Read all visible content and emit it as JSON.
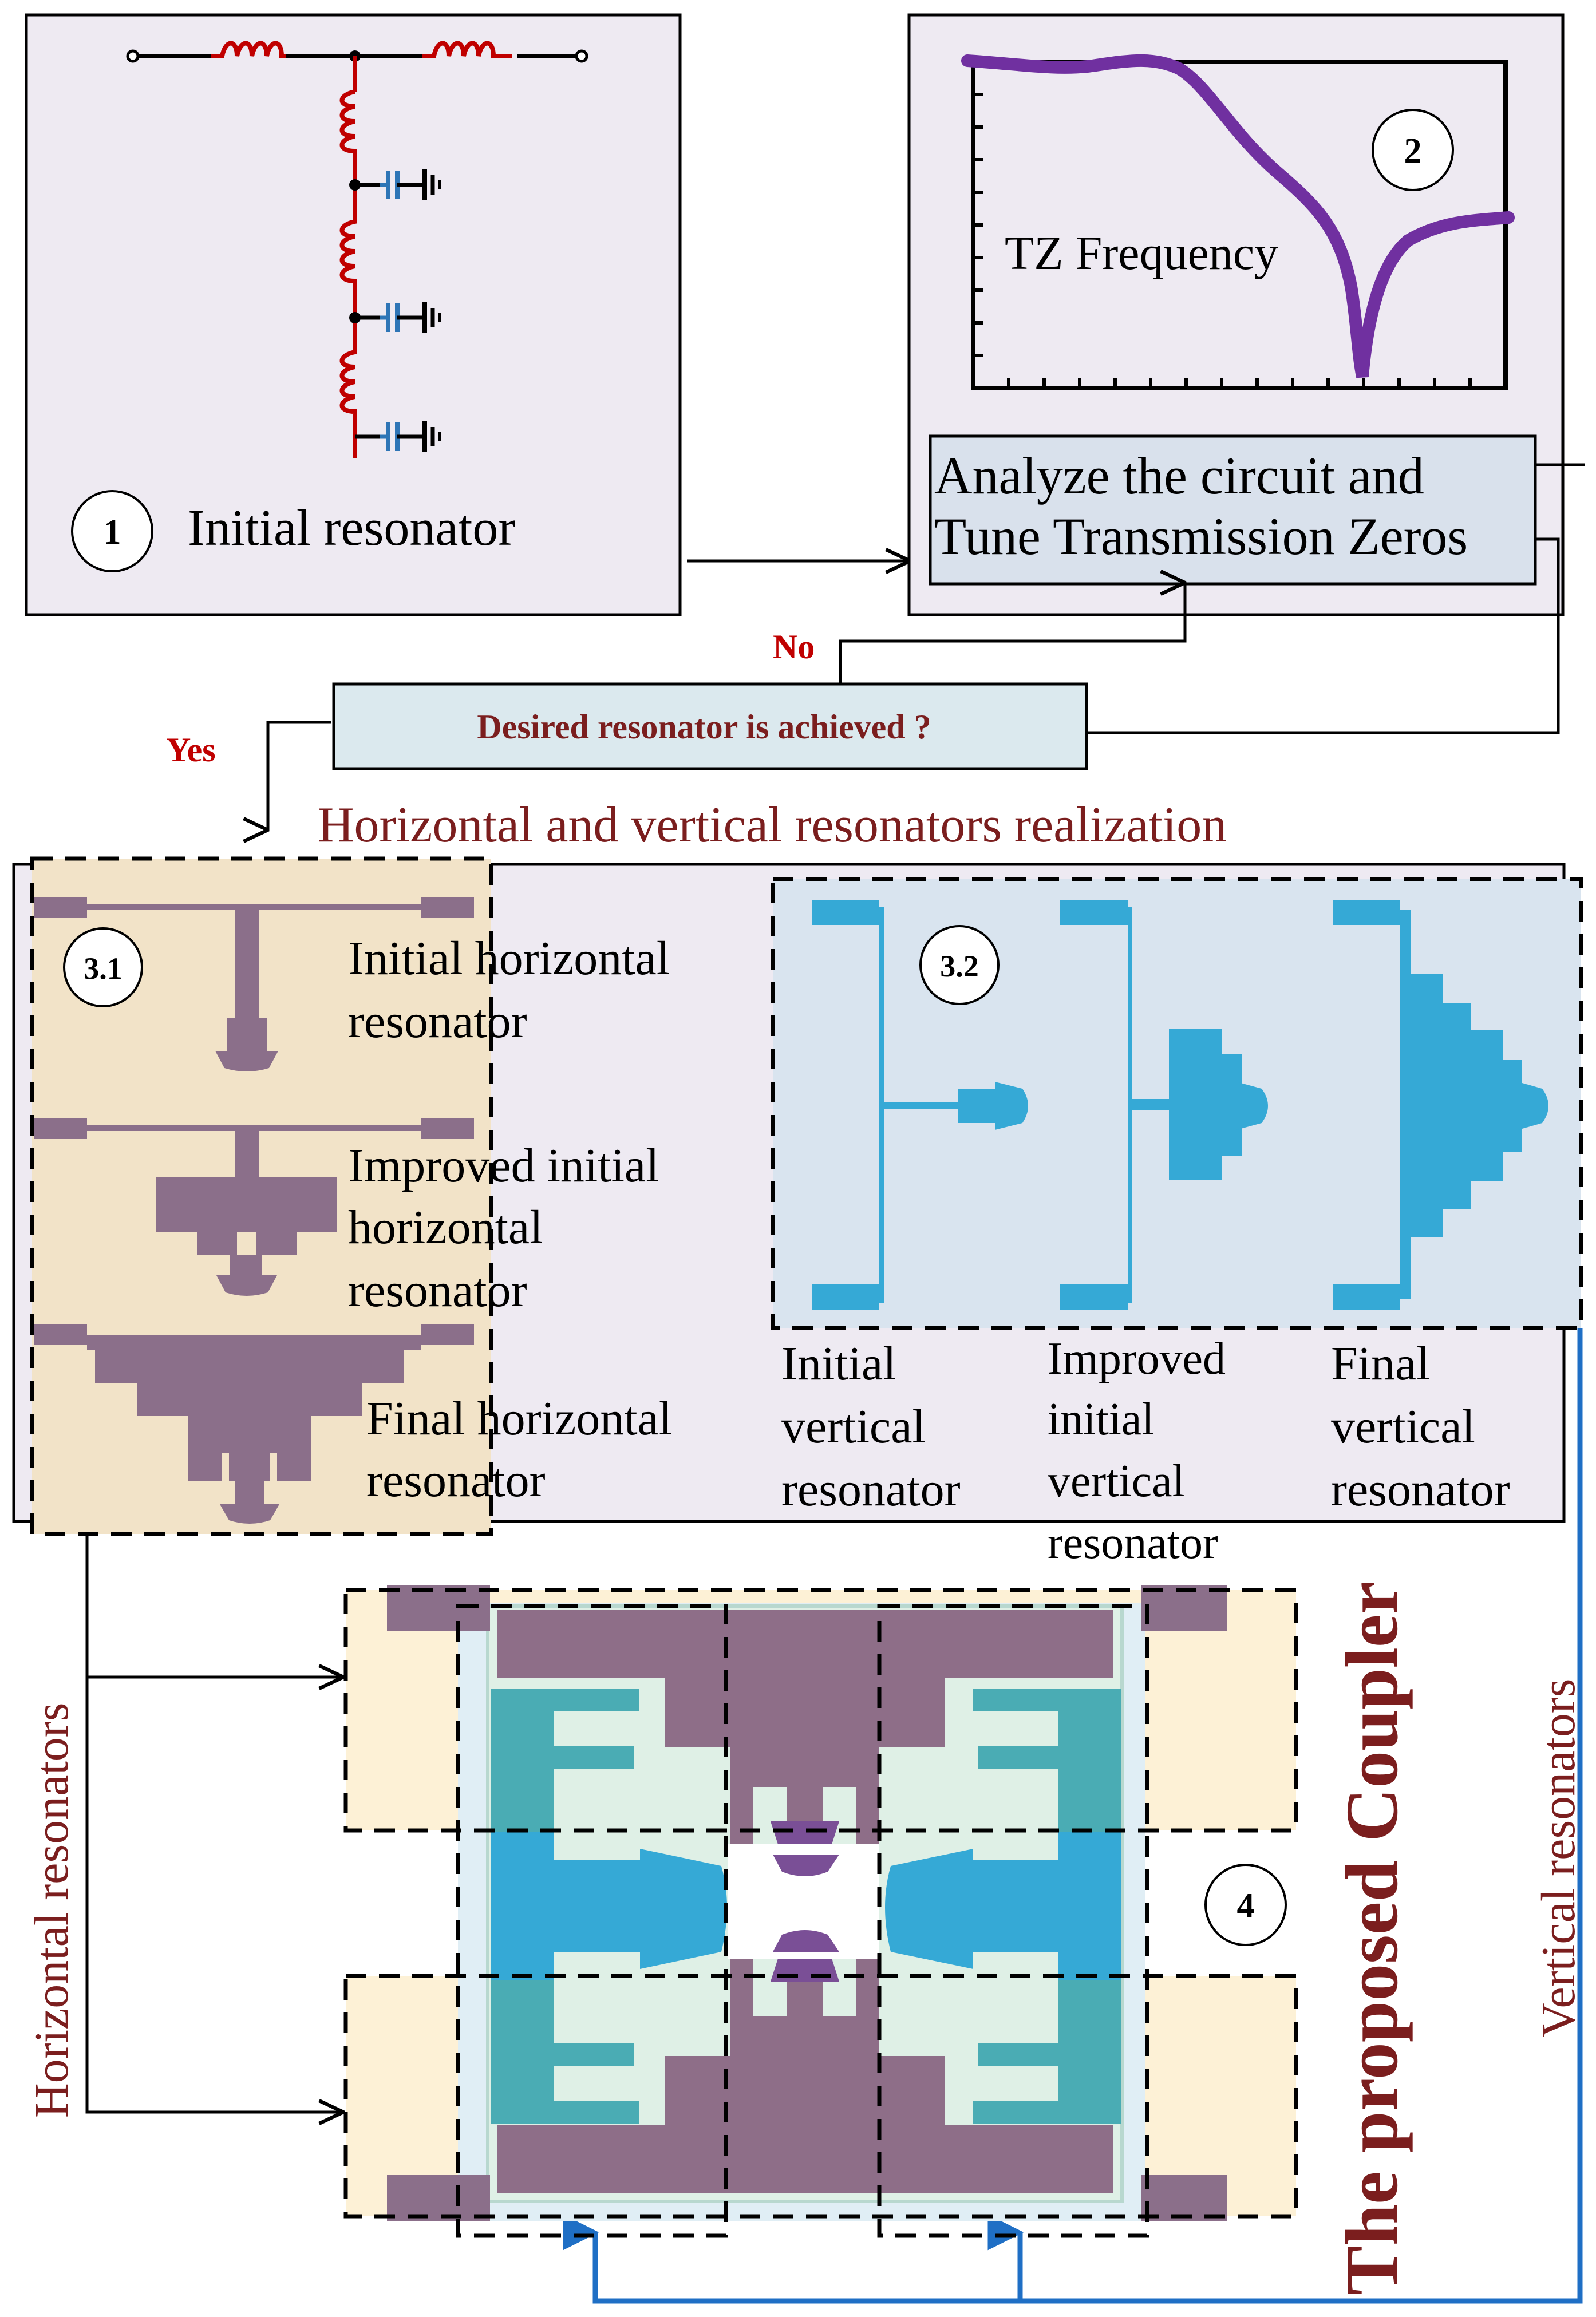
{
  "step1": {
    "number": "1",
    "label": "Initial resonator"
  },
  "step2": {
    "number": "2",
    "plot_label": "TZ Frequency",
    "analyze_line1": "Analyze the circuit and",
    "analyze_line2": "Tune Transmission Zeros"
  },
  "decision": {
    "question": "Desired resonator is achieved ?",
    "no_label": "No",
    "yes_label": "Yes"
  },
  "section3": {
    "title": "Horizontal and vertical resonators realization",
    "h_number": "3.1",
    "v_number": "3.2",
    "h_labels": [
      [
        "Initial horizontal",
        "resonator"
      ],
      [
        "Improved initial",
        "horizontal",
        "resonator"
      ],
      [
        "Final horizontal",
        "resonator"
      ]
    ],
    "v_labels": [
      [
        "Initial",
        "vertical",
        "resonator"
      ],
      [
        "Improved",
        "initial",
        "vertical",
        "resonator"
      ],
      [
        "Final",
        "vertical",
        "resonator"
      ]
    ]
  },
  "section4": {
    "number": "4",
    "title": "The proposed Coupler",
    "left_label": "Horizontal resonators",
    "right_label": "Vertical resonators"
  },
  "colors": {
    "box_bg": "#eeeaf2",
    "inductor": "#c00000",
    "capacitor": "#2e75b6",
    "curve": "#7030a0",
    "horizontal_resonator": "#8b6f8a",
    "vertical_resonator": "#35a9d6",
    "panel_tan": "#f2e3c8",
    "panel_blue": "#d9e4ef",
    "decision_bg": "#dbe9ee",
    "title_red": "#7b1e1e",
    "label_red": "#c00000",
    "arrow_blue": "#1f6fc5"
  }
}
